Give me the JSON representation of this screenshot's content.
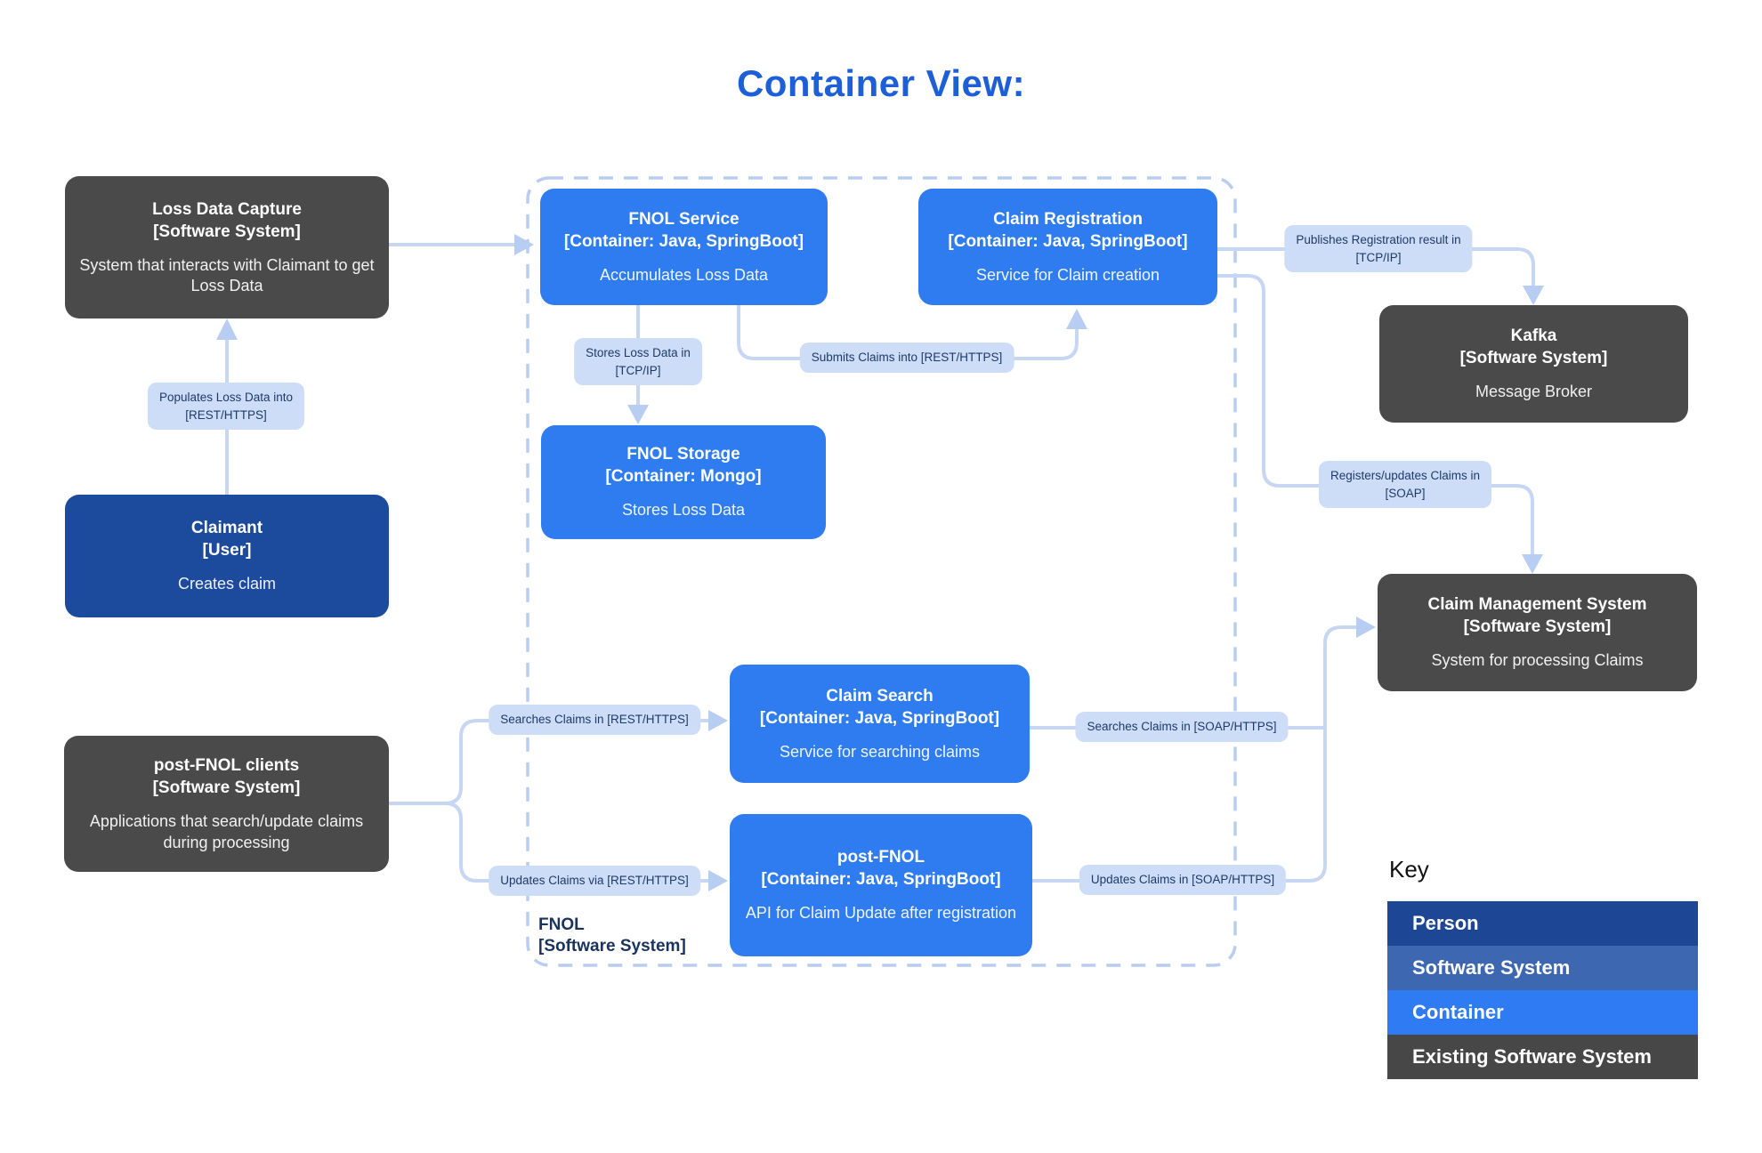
{
  "title": "Container View:",
  "nodes": {
    "loss_data_capture": {
      "title": "Loss Data Capture",
      "subtitle": "[Software System]",
      "desc": "System that interacts with Claimant to get Loss Data"
    },
    "claimant": {
      "title": "Claimant",
      "subtitle": "[User]",
      "desc": "Creates claim"
    },
    "post_fnol_clients": {
      "title": "post-FNOL clients",
      "subtitle": "[Software System]",
      "desc": "Applications that search/update claims during processing"
    },
    "fnol_service": {
      "title": "FNOL Service",
      "subtitle": "[Container: Java, SpringBoot]",
      "desc": "Accumulates Loss Data"
    },
    "claim_registration": {
      "title": "Claim Registration",
      "subtitle": "[Container: Java, SpringBoot]",
      "desc": "Service for Claim creation"
    },
    "fnol_storage": {
      "title": "FNOL Storage",
      "subtitle": "[Container: Mongo]",
      "desc": "Stores Loss Data"
    },
    "claim_search": {
      "title": "Claim Search",
      "subtitle": "[Container: Java, SpringBoot]",
      "desc": "Service for searching claims"
    },
    "post_fnol": {
      "title": "post-FNOL",
      "subtitle": "[Container: Java, SpringBoot]",
      "desc": "API for Claim Update after registration"
    },
    "kafka": {
      "title": "Kafka",
      "subtitle": "[Software System]",
      "desc": "Message Broker"
    },
    "claim_management": {
      "title": "Claim Management System",
      "subtitle": "[Software System]",
      "desc": "System for processing Claims"
    }
  },
  "boundary": {
    "title": "FNOL",
    "subtitle": "[Software System]"
  },
  "edges": {
    "populates": {
      "line1": "Populates Loss Data into",
      "line2": "[REST/HTTPS]"
    },
    "stores": {
      "line1": "Stores Loss Data in",
      "line2": "[TCP/IP]"
    },
    "submits": {
      "text": "Submits Claims into [REST/HTTPS]"
    },
    "publishes": {
      "line1": "Publishes Registration result in",
      "line2": "[TCP/IP]"
    },
    "registers": {
      "line1": "Registers/updates Claims in",
      "line2": "[SOAP]"
    },
    "searches_rest": {
      "text": "Searches Claims in [REST/HTTPS]"
    },
    "updates_rest": {
      "text": "Updates Claims via [REST/HTTPS]"
    },
    "searches_soap": {
      "text": "Searches Claims in [SOAP/HTTPS]"
    },
    "updates_soap": {
      "text": "Updates Claims in [SOAP/HTTPS]"
    }
  },
  "key": {
    "title": "Key",
    "items": [
      {
        "label": "Person",
        "color": "#1d4795"
      },
      {
        "label": "Software System",
        "color": "#3d67b1"
      },
      {
        "label": "Container",
        "color": "#2e7bf3"
      },
      {
        "label": "Existing Software System",
        "color": "#474747"
      }
    ]
  },
  "colors": {
    "title_accent": "#1c5fd6",
    "container_blue": "#2e7cf0",
    "person_navy": "#1c4a9c",
    "existing_gray": "#4a4a4a",
    "connector_line": "#c6d6f3",
    "label_bubble": "#cdddf8",
    "boundary_dash": "#b9cdf0"
  }
}
